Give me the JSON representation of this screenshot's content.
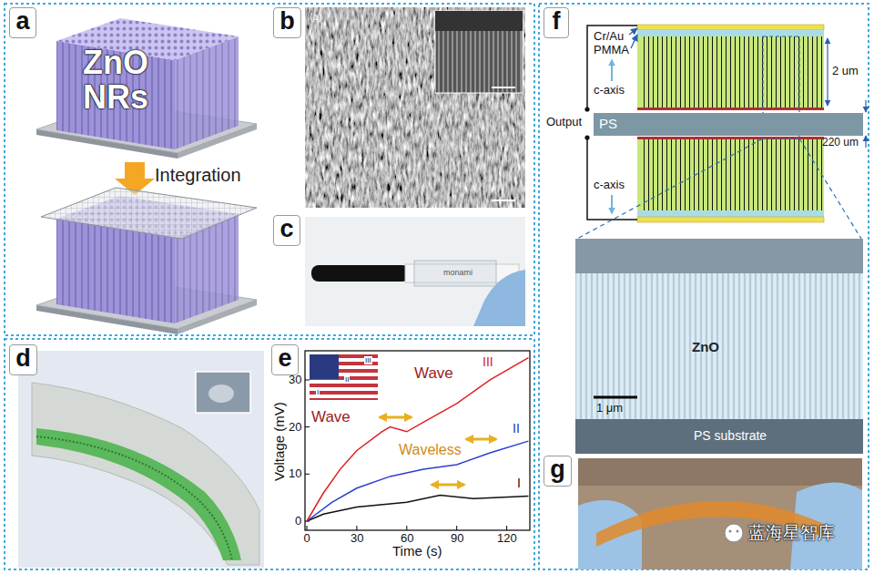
{
  "diagram": {
    "nodes": [
      {
        "text": [
          "a"
        ]
      },
      {
        "text": [
          "b"
        ]
      },
      {
        "text": [
          "c"
        ]
      },
      {
        "text": [
          "d"
        ]
      },
      {
        "text": [
          "e"
        ]
      },
      {
        "text": [
          "f"
        ]
      },
      {
        "text": [
          "PS"
        ]
      },
      {
        "text": [
          "g"
        ]
      }
    ],
    "labels": [
      "ZnO NRs",
      "Integration",
      "(a)",
      "monami",
      "Voltage (mV)",
      "Time (s)",
      "0",
      "10",
      "20",
      "30",
      "0",
      "30",
      "60",
      "90",
      "120",
      "Wave",
      "Wave",
      "Waveless",
      "III",
      "II",
      "I",
      "III",
      "II",
      "I",
      "Cr/Au",
      "PMMA",
      "c-axis",
      "2 um",
      "Output",
      "220 um",
      "c-axis",
      "ZnO",
      "1 μm",
      "PS substrate",
      "蓝海星智库"
    ]
  }
}
